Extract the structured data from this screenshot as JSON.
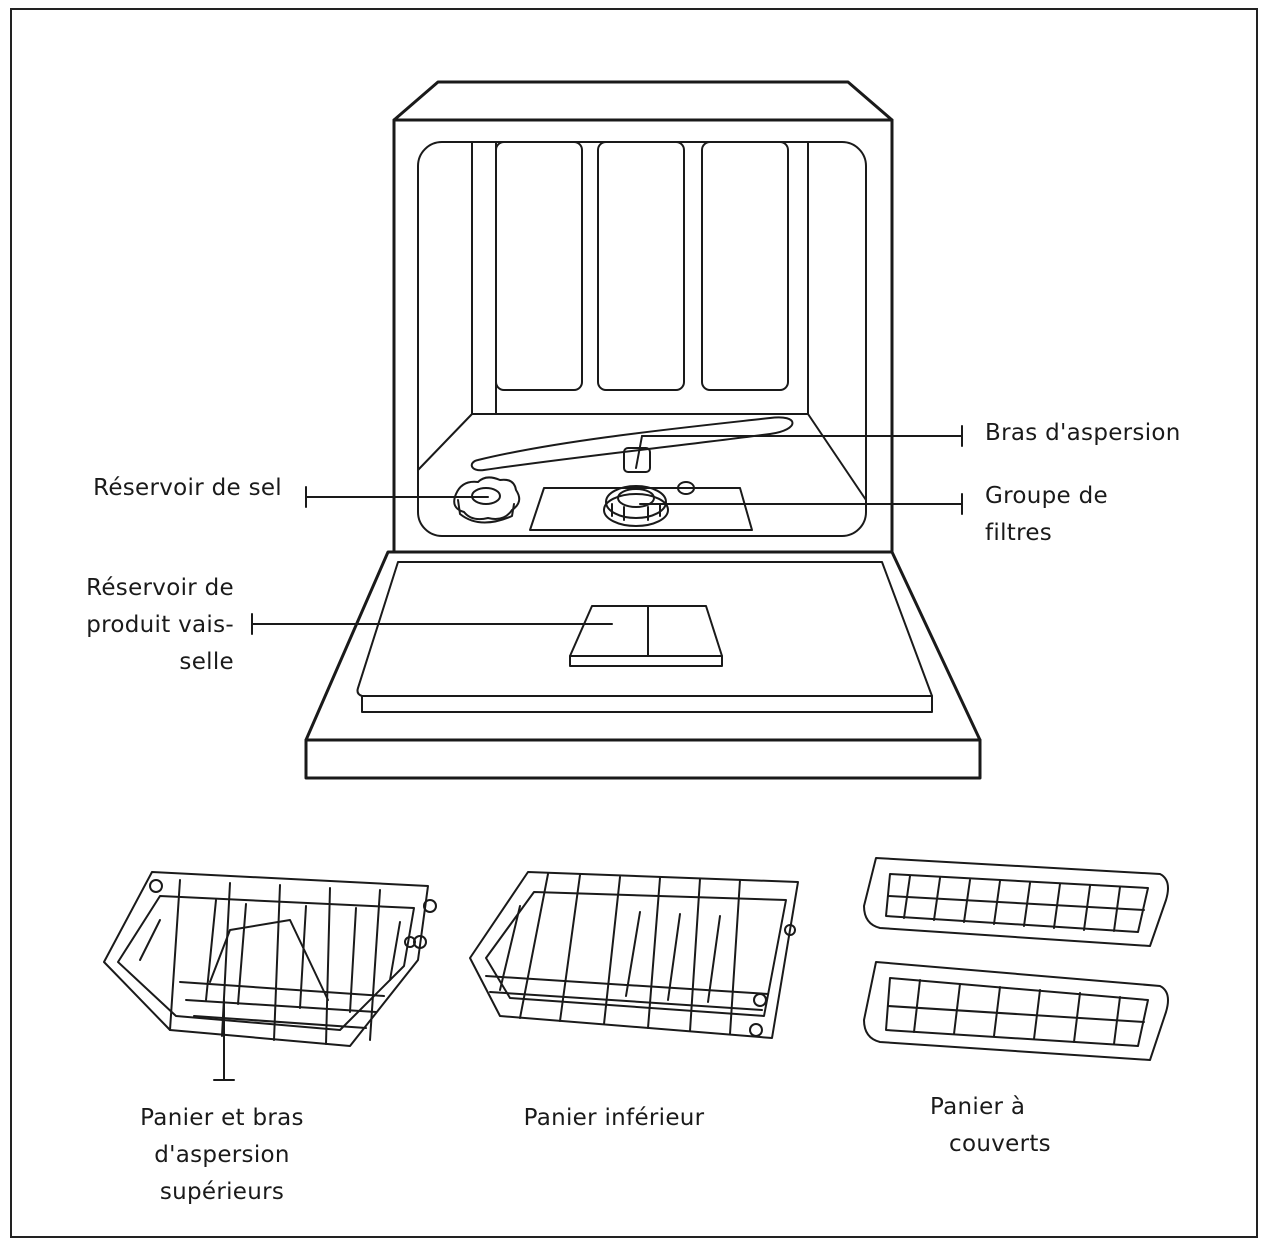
{
  "callouts": {
    "spray_arm": "Bras d'aspersion",
    "filter_group": [
      "Groupe de",
      "filtres"
    ],
    "salt_reservoir": "Réservoir de sel",
    "detergent_reservoir": [
      "Réservoir de",
      "produit vais-",
      "selle"
    ]
  },
  "accessories": {
    "upper_basket": [
      "Panier et bras",
      "d'aspersion",
      "supérieurs"
    ],
    "lower_basket": "Panier inférieur",
    "cutlery_basket": [
      "Panier à",
      "couverts"
    ]
  }
}
